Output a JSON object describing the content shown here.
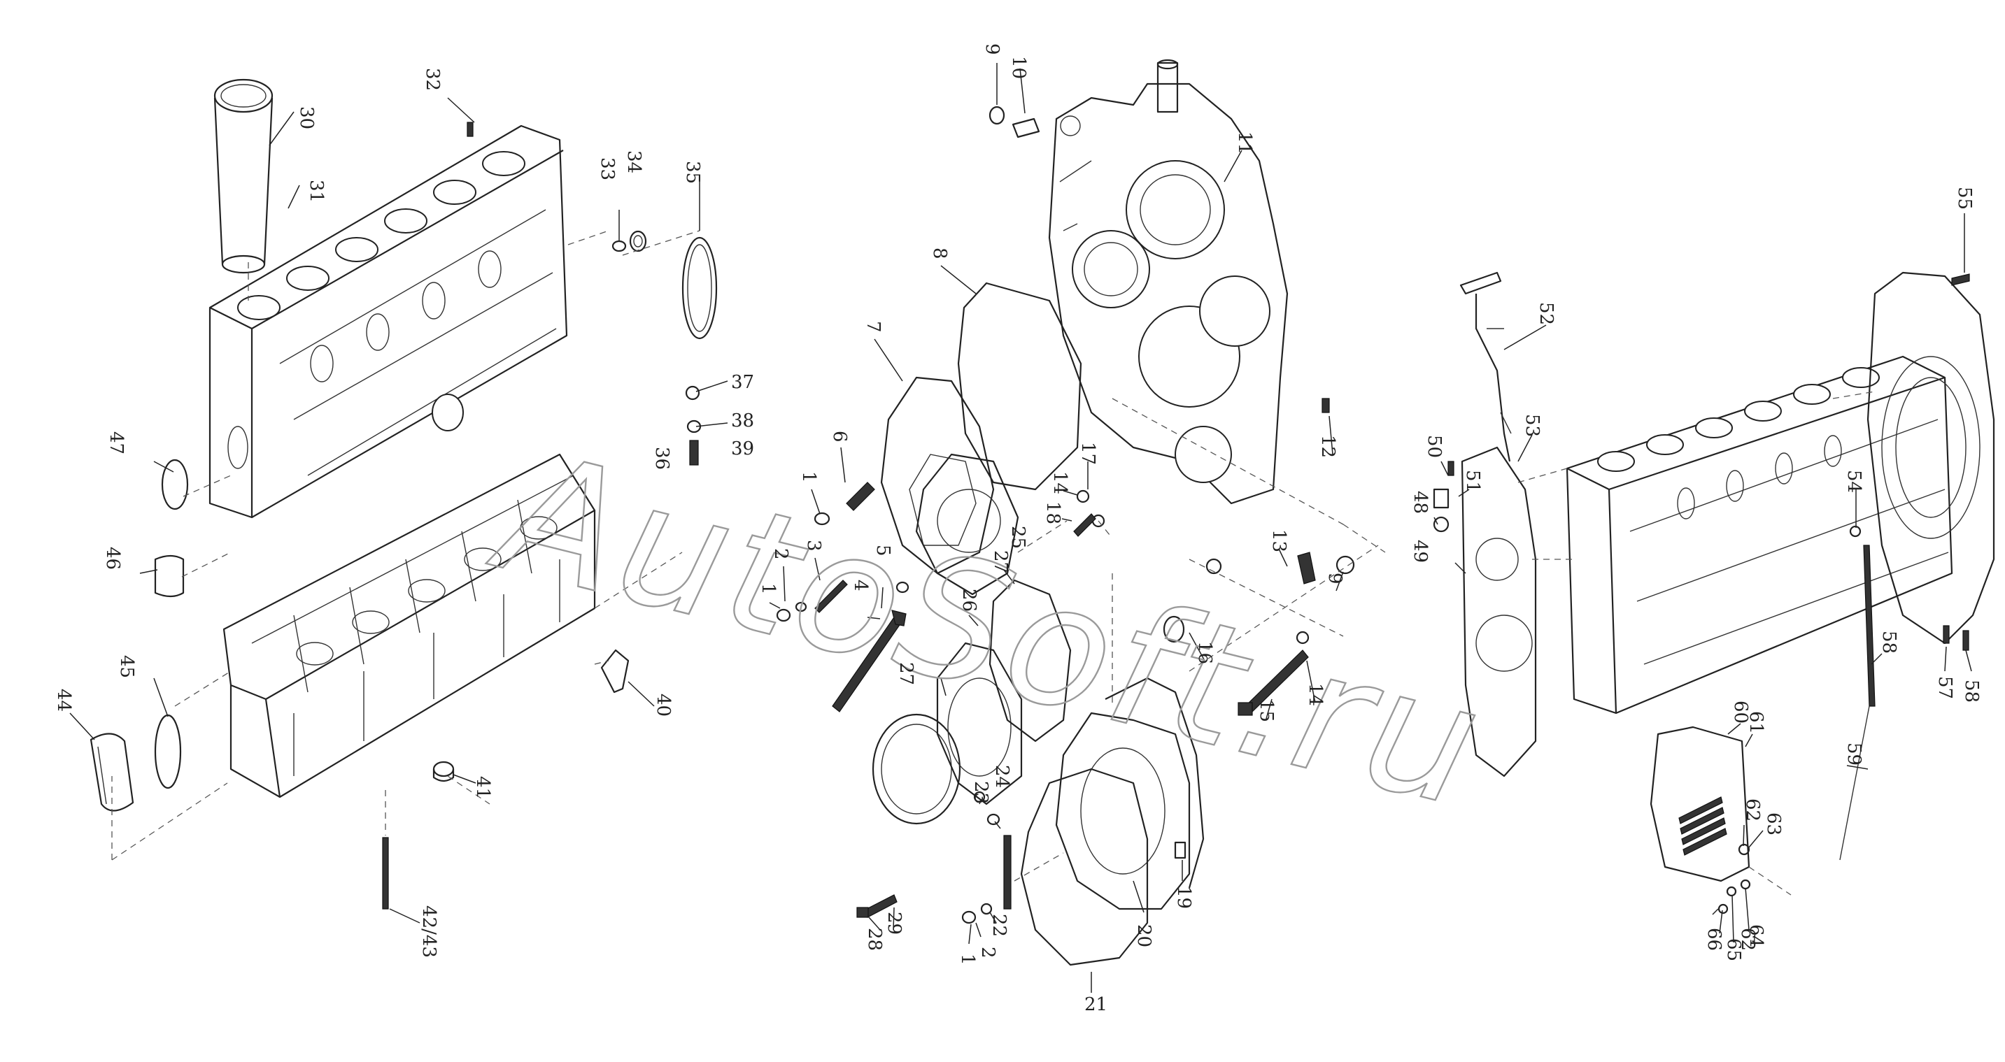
{
  "watermark": "AutoSoft.ru",
  "callouts": [
    "30",
    "31",
    "32",
    "33",
    "34",
    "35",
    "37",
    "38",
    "39",
    "36",
    "47",
    "46",
    "45",
    "44",
    "40",
    "41",
    "42/43",
    "9",
    "10",
    "11",
    "8",
    "7",
    "6",
    "1",
    "3",
    "2",
    "1",
    "5",
    "4",
    "17",
    "14",
    "18",
    "27",
    "28",
    "26",
    "25",
    "12",
    "13",
    "9",
    "16",
    "15",
    "14",
    "27",
    "28",
    "29",
    "23",
    "24",
    "1",
    "2",
    "22",
    "21",
    "20",
    "19",
    "50",
    "51",
    "52",
    "53",
    "48",
    "49",
    "55",
    "54",
    "57",
    "58",
    "58",
    "59",
    "60",
    "61",
    "62",
    "63",
    "64",
    "65",
    "62",
    "66"
  ],
  "colors": {
    "line": "#222222",
    "dash": "#555555",
    "watermark": "#9a9a9a",
    "background": "#ffffff"
  }
}
